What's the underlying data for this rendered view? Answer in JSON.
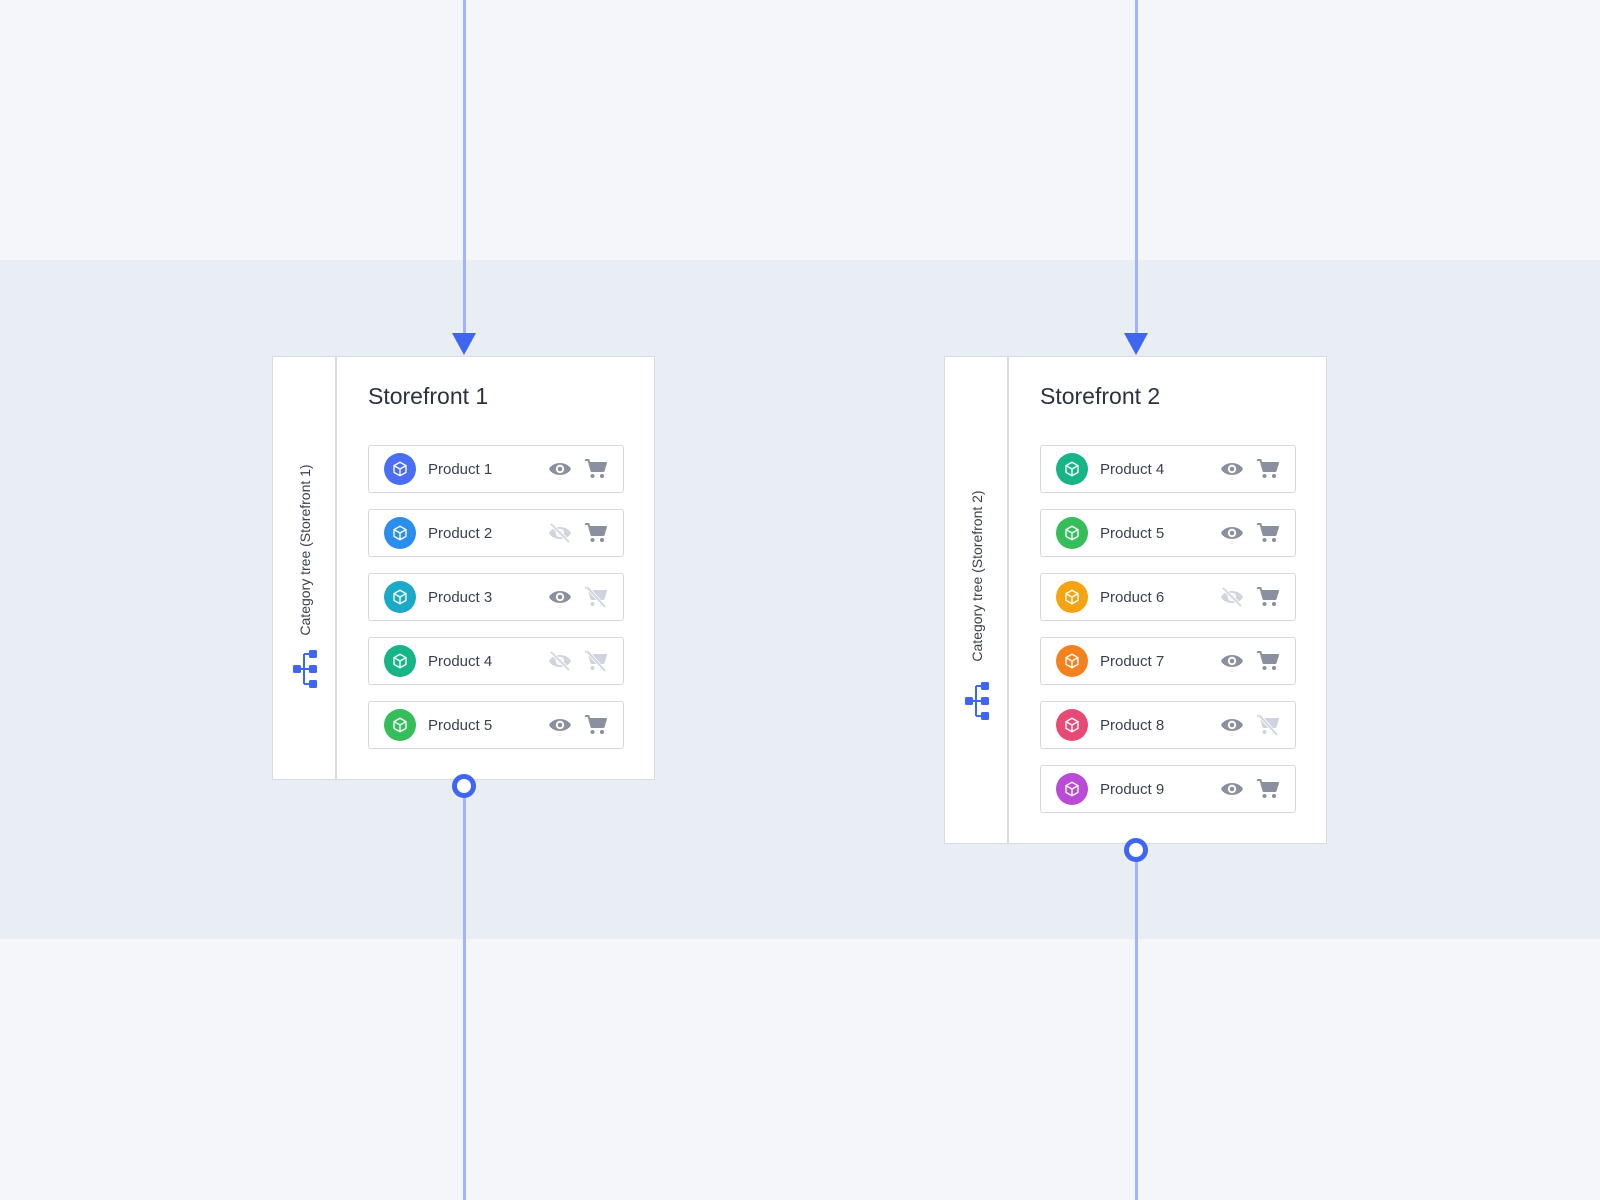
{
  "storefronts": [
    {
      "title": "Storefront 1",
      "category_label": "Category tree (Storefront 1)",
      "products": [
        {
          "name": "Product 1",
          "color": "#4a6ef5",
          "visible": true,
          "purchasable": true
        },
        {
          "name": "Product 2",
          "color": "#2b8ded",
          "visible": false,
          "purchasable": true
        },
        {
          "name": "Product 3",
          "color": "#1aa9c6",
          "visible": true,
          "purchasable": false
        },
        {
          "name": "Product 4",
          "color": "#16b487",
          "visible": false,
          "purchasable": false
        },
        {
          "name": "Product 5",
          "color": "#35bd5a",
          "visible": true,
          "purchasable": true
        }
      ]
    },
    {
      "title": "Storefront 2",
      "category_label": "Category tree (Storefront 2)",
      "products": [
        {
          "name": "Product 4",
          "color": "#16b487",
          "visible": true,
          "purchasable": true
        },
        {
          "name": "Product 5",
          "color": "#35bd5a",
          "visible": true,
          "purchasable": true
        },
        {
          "name": "Product 6",
          "color": "#f5a311",
          "visible": false,
          "purchasable": true
        },
        {
          "name": "Product 7",
          "color": "#f5821f",
          "visible": true,
          "purchasable": true
        },
        {
          "name": "Product 8",
          "color": "#e84a78",
          "visible": true,
          "purchasable": false
        },
        {
          "name": "Product 9",
          "color": "#b94bd6",
          "visible": true,
          "purchasable": true
        }
      ]
    }
  ],
  "icons": {
    "product": "cube-icon",
    "visible": "eye-icon",
    "hidden": "eye-off-icon",
    "purchasable": "cart-icon",
    "not_purchasable": "cart-off-icon",
    "category_tree": "tree-icon"
  },
  "colors": {
    "accent": "#3f66f1",
    "flow_line": "#9fb5f5",
    "icon_active": "#8a90a0",
    "icon_inactive": "#cfd4de"
  }
}
